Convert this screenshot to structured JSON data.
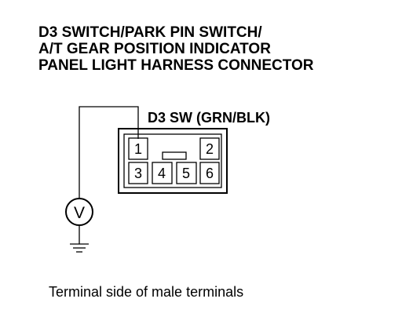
{
  "title": {
    "line1": "D3 SWITCH/PARK PIN SWITCH/",
    "line2": "A/T GEAR POSITION INDICATOR",
    "line3": "PANEL LIGHT HARNESS CONNECTOR"
  },
  "connector": {
    "wire_label": "D3 SW (GRN/BLK)",
    "pins": [
      "1",
      "2",
      "3",
      "4",
      "5",
      "6"
    ]
  },
  "meter": {
    "symbol": "V"
  },
  "caption": "Terminal side of male terminals"
}
